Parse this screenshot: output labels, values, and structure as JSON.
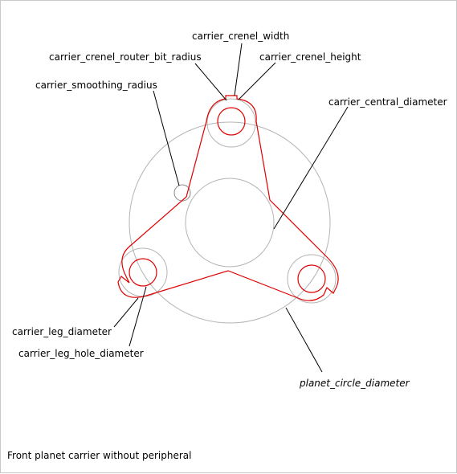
{
  "labels": {
    "carrier_crenel_width": "carrier_crenel_width",
    "carrier_crenel_router_bit_radius": "carrier_crenel_router_bit_radius",
    "carrier_crenel_height": "carrier_crenel_height",
    "carrier_smoothing_radius": "carrier_smoothing_radius",
    "carrier_central_diameter": "carrier_central_diameter",
    "carrier_leg_diameter": "carrier_leg_diameter",
    "carrier_leg_hole_diameter": "carrier_leg_hole_diameter",
    "planet_circle_diameter": "planet_circle_diameter"
  },
  "caption": "Front planet carrier without peripheral",
  "colors": {
    "outline": "#e00000",
    "construction": "#b4b4b4",
    "leader": "#000000"
  }
}
